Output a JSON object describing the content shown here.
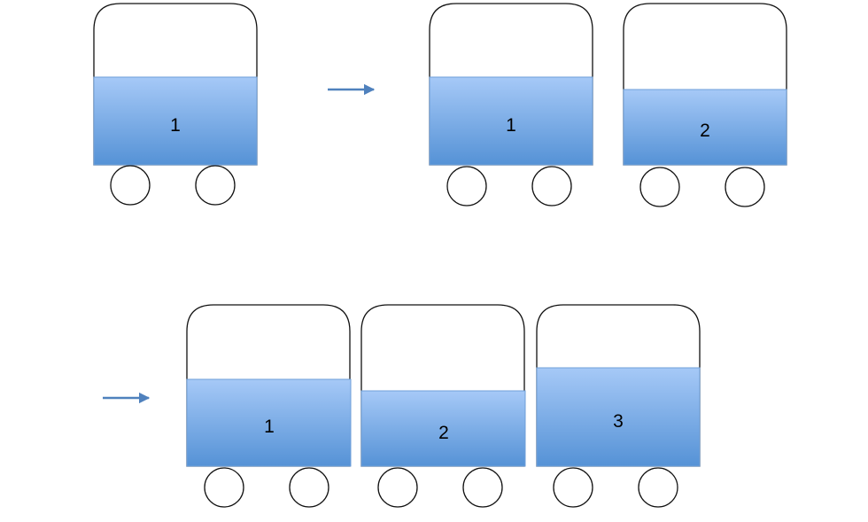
{
  "colors": {
    "fill_top": "#a6c9f7",
    "fill_bottom": "#5592d6",
    "fill_edge": "#6f9fd8",
    "outline": "#111111",
    "arrow": "#4f81bd"
  },
  "rows": [
    {
      "stages": [
        {
          "carts": [
            {
              "label": "1"
            }
          ]
        },
        {
          "carts": [
            {
              "label": "1"
            },
            {
              "label": "2"
            }
          ]
        }
      ]
    },
    {
      "stages": [
        {
          "carts": [
            {
              "label": "1"
            },
            {
              "label": "2"
            },
            {
              "label": "3"
            }
          ]
        }
      ]
    }
  ]
}
